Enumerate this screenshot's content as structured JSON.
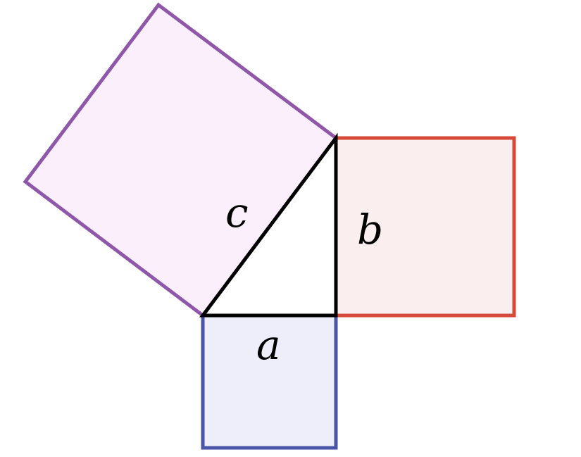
{
  "labels": {
    "hypotenuse": "c",
    "vertical_leg": "b",
    "horizontal_leg": "a"
  },
  "colors": {
    "square_c_stroke": "#8f57a9",
    "square_c_fill": "#fbeffc",
    "square_b_stroke": "#d64a3a",
    "square_b_fill": "#fbeeee",
    "square_a_stroke": "#4a55a8",
    "square_a_fill": "#eeeefb",
    "triangle_stroke": "#000000",
    "triangle_fill": "#ffffff"
  }
}
